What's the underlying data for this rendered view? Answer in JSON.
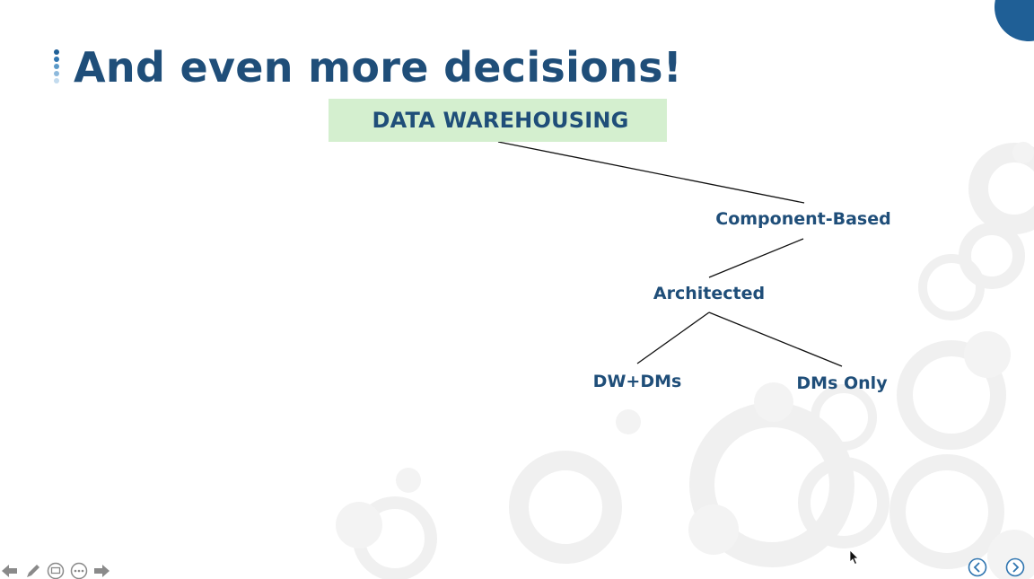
{
  "slide": {
    "title": "And even more decisions!",
    "accent_color": "#1f4e79",
    "root_fill": "#d4efcf"
  },
  "tree": {
    "root": "DATA WAREHOUSING",
    "level1": "Component-Based",
    "level2": "Architected",
    "leaf_left": "DW+DMs",
    "leaf_right": "DMs Only"
  },
  "toolbar": {
    "icons": [
      "arrow-left-icon",
      "pen-icon",
      "slides-icon",
      "more-icon",
      "arrow-right-icon"
    ]
  },
  "navigation": {
    "icons": [
      "previous-slide-icon",
      "next-slide-icon"
    ]
  }
}
